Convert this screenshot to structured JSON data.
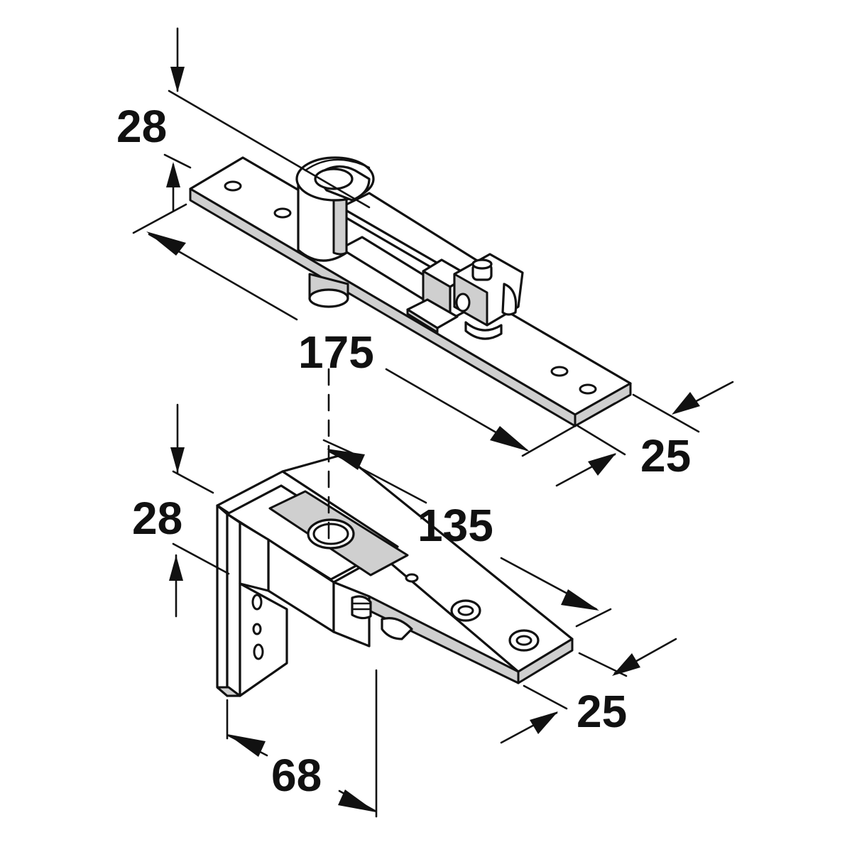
{
  "dimensions": {
    "top_height": "28",
    "top_length": "175",
    "top_width": "25",
    "bottom_height": "28",
    "bottom_length": "135",
    "bottom_width": "25",
    "bottom_depth": "68"
  }
}
